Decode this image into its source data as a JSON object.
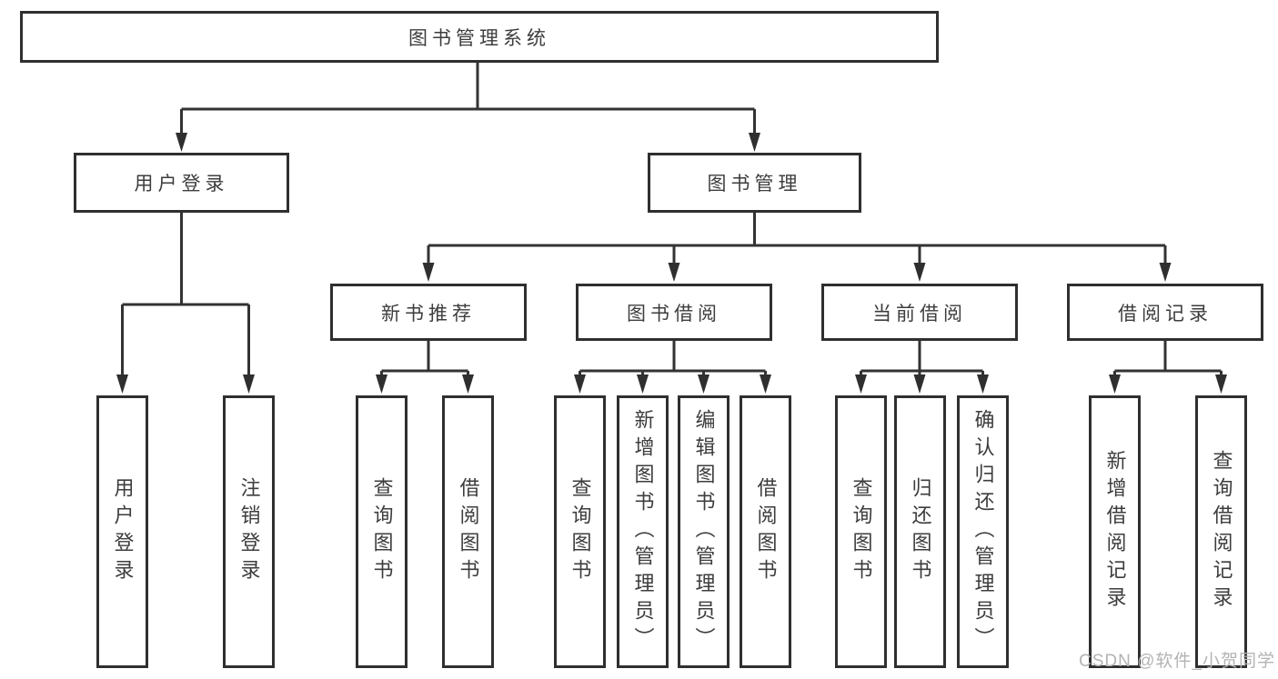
{
  "diagram_title": "图书管理系统",
  "colors": {
    "background": "#ffffff",
    "box_border": "#2f2f2f",
    "box_fill": "#ffffff",
    "text": "#3d3d3d",
    "line": "#333333",
    "watermark": "#b3b3b3"
  },
  "tree": {
    "label": "图书管理系统",
    "children": [
      {
        "label": "用户登录",
        "children": [
          {
            "label": "用户登录"
          },
          {
            "label": "注销登录"
          }
        ]
      },
      {
        "label": "图书管理",
        "children": [
          {
            "label": "新书推荐",
            "children": [
              {
                "label": "查询图书"
              },
              {
                "label": "借阅图书"
              }
            ]
          },
          {
            "label": "图书借阅",
            "children": [
              {
                "label": "查询图书"
              },
              {
                "label": "新增图书（管理员）"
              },
              {
                "label": "编辑图书（管理员）"
              },
              {
                "label": "借阅图书"
              }
            ]
          },
          {
            "label": "当前借阅",
            "children": [
              {
                "label": "查询图书"
              },
              {
                "label": "归还图书"
              },
              {
                "label": "确认归还（管理员）"
              }
            ]
          },
          {
            "label": "借阅记录",
            "children": [
              {
                "label": "新增借阅记录"
              },
              {
                "label": "查询借阅记录"
              }
            ]
          }
        ]
      }
    ]
  },
  "watermark": {
    "text": "CSDN @软件_小贺同学"
  }
}
